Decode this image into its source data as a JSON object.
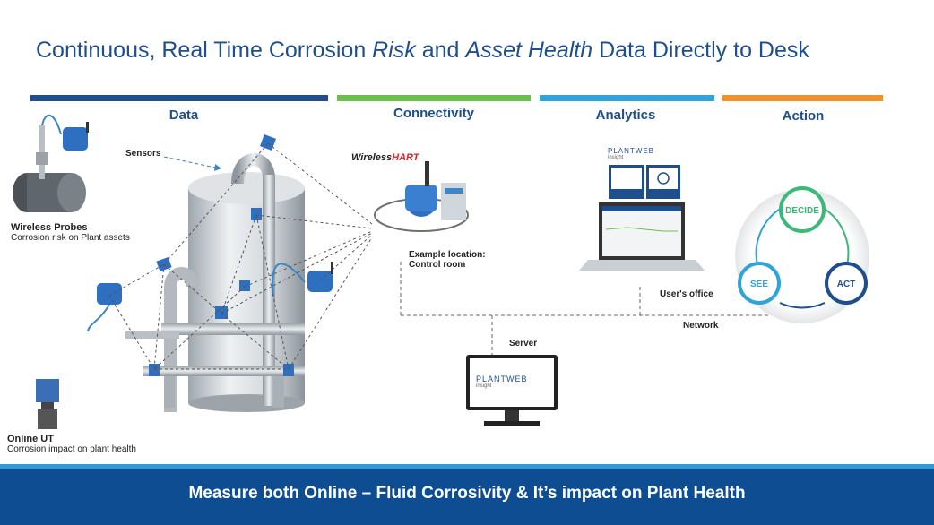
{
  "title": {
    "part1": "Continuous, Real Time Corrosion ",
    "risk": "Risk",
    "part2": " and ",
    "asset_health": "Asset Health",
    "part3": " Data Directly to Desk"
  },
  "columns": [
    {
      "label": "Data",
      "color": "#1f4e8c"
    },
    {
      "label": "Connectivity",
      "color": "#6cbf4a"
    },
    {
      "label": "Analytics",
      "color": "#2fa4dc"
    },
    {
      "label": "Action",
      "color": "#f0912a"
    }
  ],
  "labels": {
    "sensors": "Sensors",
    "wireless_probes_title": "Wireless Probes",
    "wireless_probes_desc": "Corrosion risk on Plant assets",
    "online_ut_title": "Online UT",
    "online_ut_desc": "Corrosion impact on plant health",
    "wirelesshart_a": "Wireless",
    "wirelesshart_b": "HART",
    "example_location_1": "Example location:",
    "example_location_2": "Control room",
    "users_office": "User's office",
    "network": "Network",
    "server": "Server",
    "plantweb_brand": "PLANTWEB",
    "plantweb_sub": "insight"
  },
  "cycle": {
    "decide": "DECIDE",
    "see": "SEE",
    "act": "ACT"
  },
  "footer": "Measure both Online – Fluid Corrosivity & It’s impact on Plant Health",
  "colors": {
    "title": "#1f4e8c",
    "footer_band": "#0f4d92",
    "footer_accent": "#2e9bd6",
    "decide": "#3cb878",
    "see": "#2fa4dc",
    "act": "#1f4e8c"
  }
}
